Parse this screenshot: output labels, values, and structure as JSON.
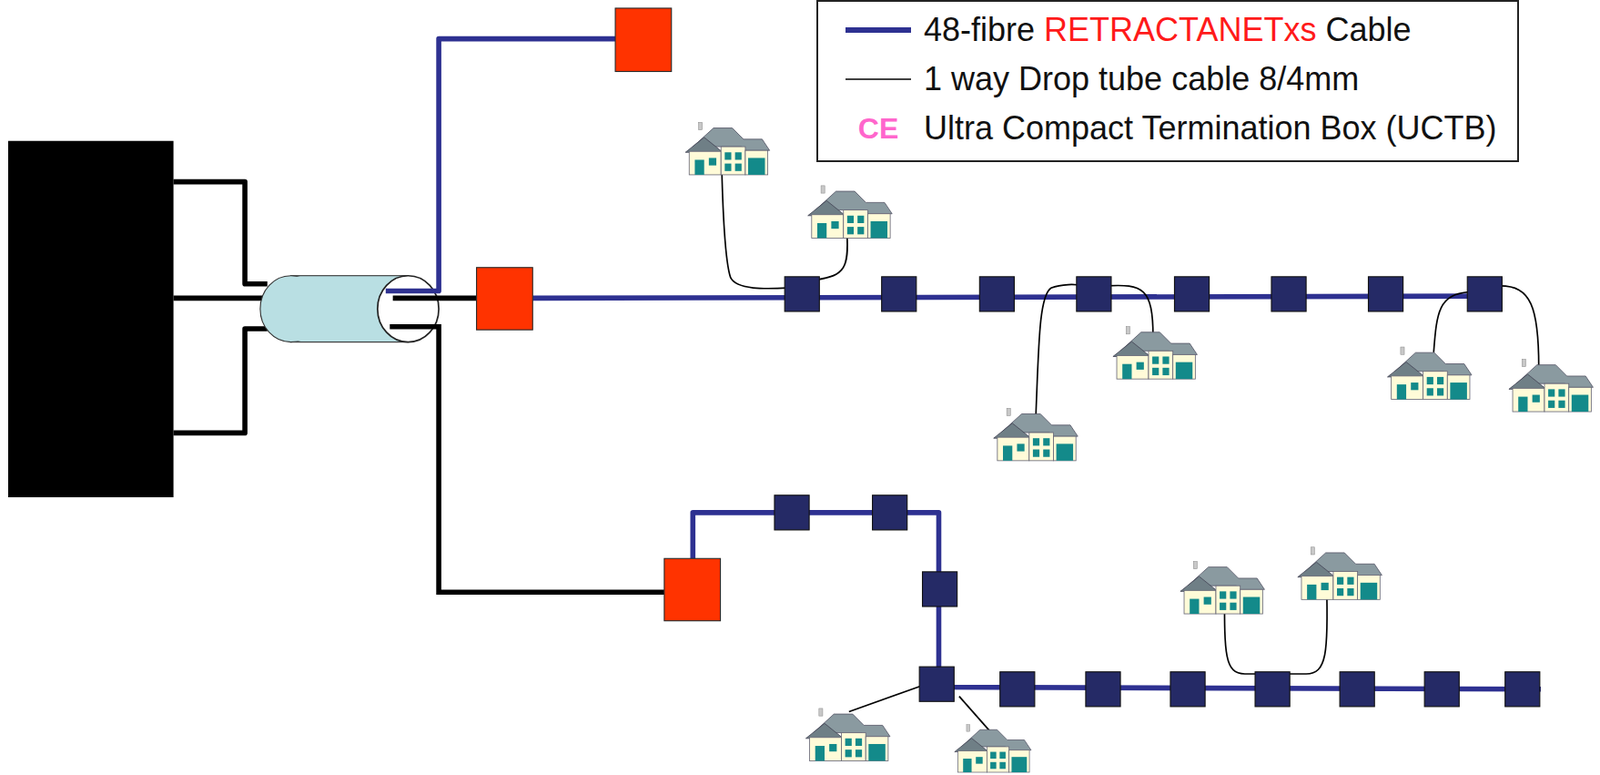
{
  "diagram": {
    "labels": [
      "CE"
    ],
    "legend": [
      {
        "text": "48-fibre RETRACTANETxs Cable"
      },
      {
        "text": "1 way Drop tube cable 8/4mm"
      },
      {
        "text": "Ultra Compact Termination Box (UCTB)"
      }
    ]
  }
}
